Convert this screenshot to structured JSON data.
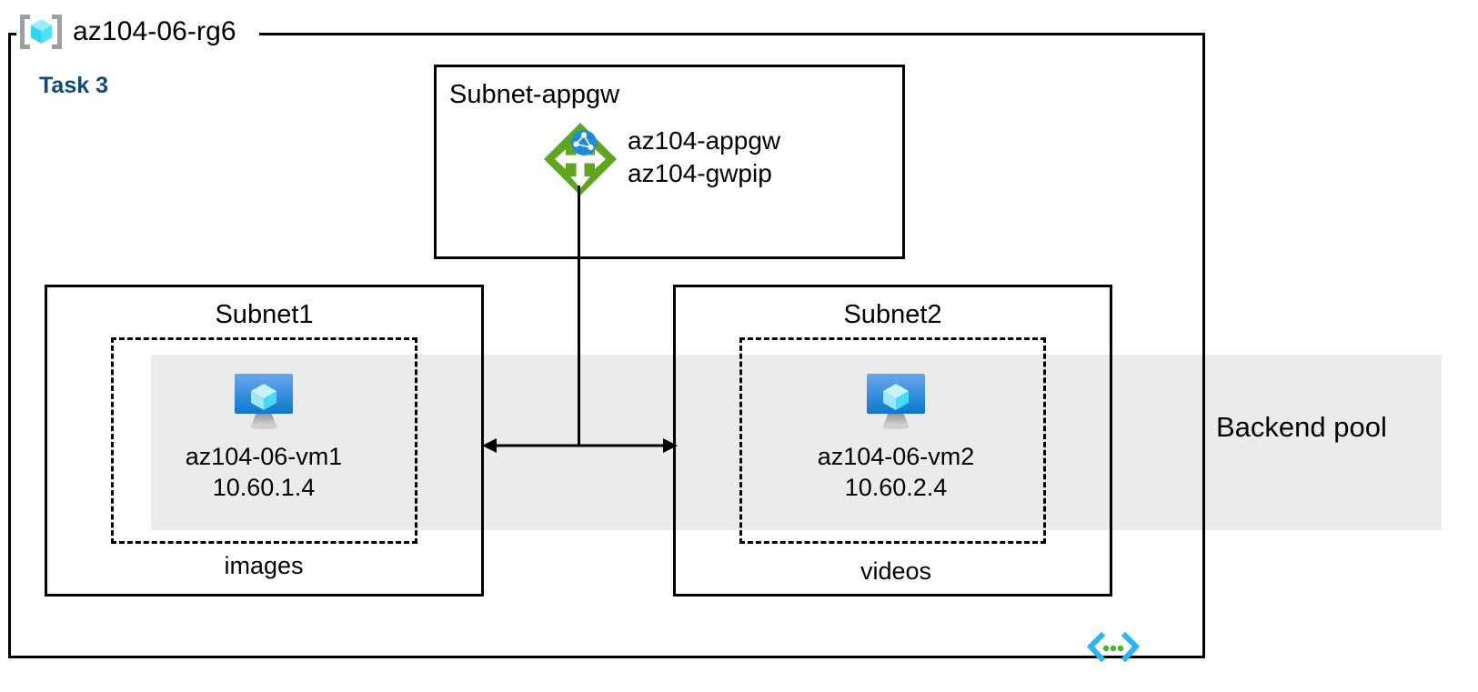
{
  "diagram": {
    "resource_group": {
      "name": "az104-06-rg6",
      "icon": "resource-group-icon"
    },
    "task_label": "Task 3",
    "backend_pool": {
      "label": "Backend pool",
      "band_color": "#ebebeb"
    },
    "appgw_subnet": {
      "title": "Subnet-appgw",
      "icon": "application-gateway-icon",
      "resources": [
        "az104-appgw",
        "az104-gwpip"
      ]
    },
    "subnets": [
      {
        "title": "Subnet1",
        "vm": {
          "icon": "virtual-machine-icon",
          "name": "az104-06-vm1",
          "ip": "10.60.1.4"
        },
        "caption": "images"
      },
      {
        "title": "Subnet2",
        "vm": {
          "icon": "virtual-machine-icon",
          "name": "az104-06-vm2",
          "ip": "10.60.2.4"
        },
        "caption": "videos"
      }
    ],
    "connectors": {
      "appgw_to_backend": "vertical-line",
      "subnet1_to_subnet2": "double-headed-arrow"
    },
    "footer_marker": "code-brackets-icon",
    "colors": {
      "task_accent": "#114a77",
      "appgw_green": "#59a21b",
      "appgw_globe_blue": "#1d8ce0",
      "vm_blue": "#0f7bd4",
      "rg_cube_cyan": "#50e6ff",
      "band_gray": "#ebebeb",
      "stroke": "#000000"
    }
  }
}
